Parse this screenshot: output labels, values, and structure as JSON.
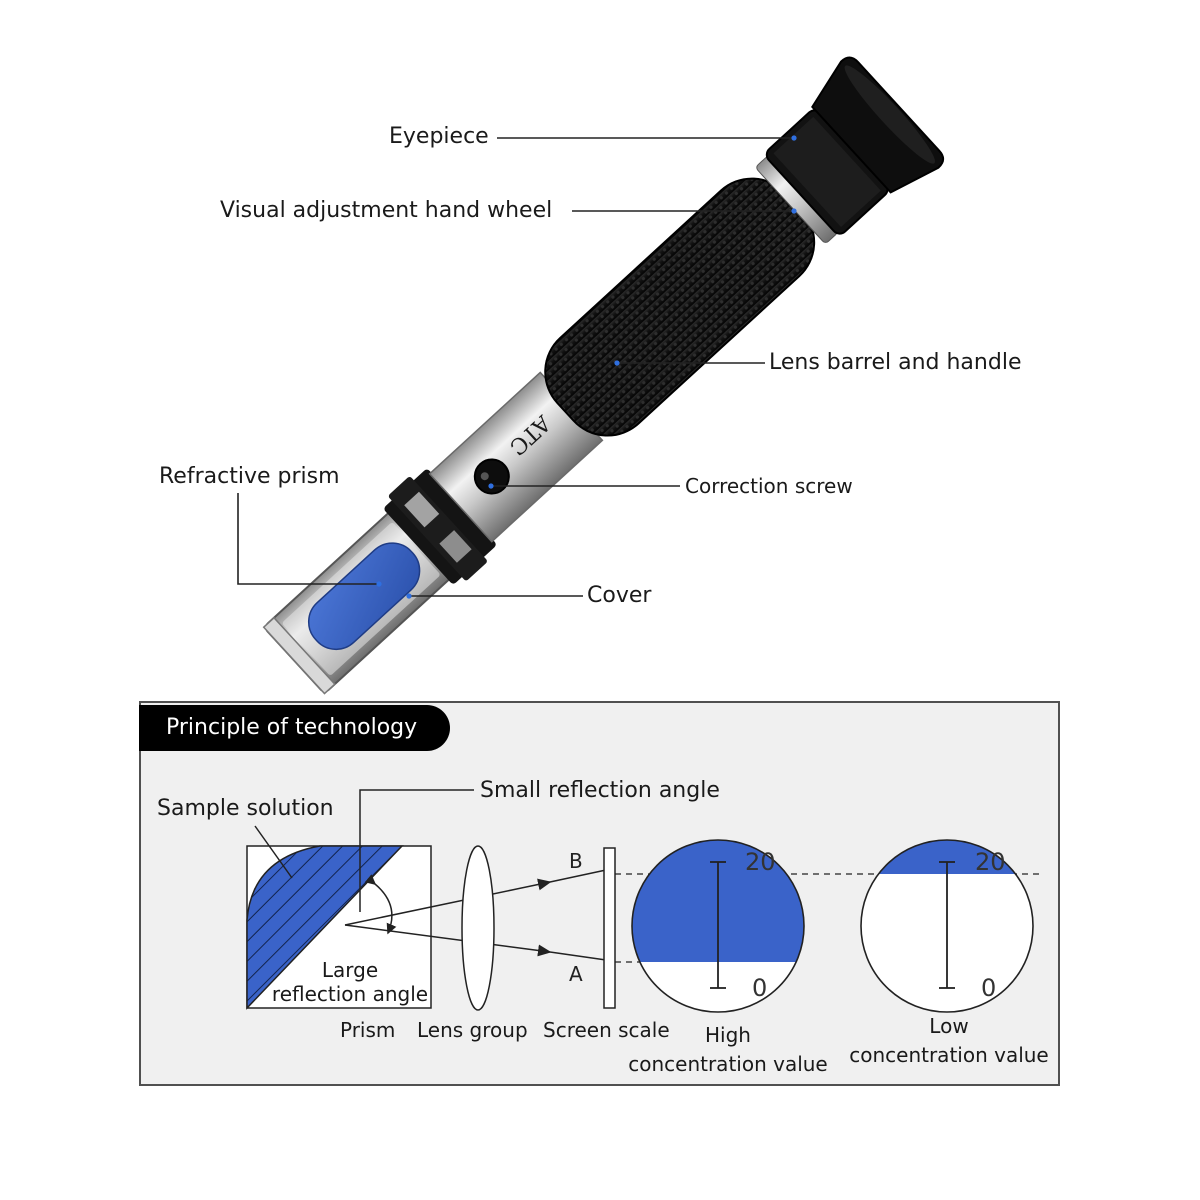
{
  "callouts": {
    "eyepiece": "Eyepiece",
    "hand_wheel": "Visual adjustment hand wheel",
    "barrel": "Lens barrel and handle",
    "prism": "Refractive prism",
    "screw": "Correction screw",
    "cover": "Cover"
  },
  "device": {
    "engraving": "ATC"
  },
  "principle": {
    "title": "Principle of technology",
    "sample_solution": "Sample solution",
    "small_angle": "Small reflection angle",
    "large_angle_line1": "Large",
    "large_angle_line2": "reflection angle",
    "point_b": "B",
    "point_a": "A",
    "caption_prism": "Prism",
    "caption_lens": "Lens group",
    "caption_screen": "Screen scale",
    "high_line1": "High",
    "high_line2": "concentration value",
    "low_line1": "Low",
    "low_line2": "concentration value",
    "scale_top": "20",
    "scale_bottom": "0"
  },
  "colors": {
    "accent_blue": "#3a63c9",
    "rubber": "#161616",
    "chrome": "#c8c8c8",
    "marker_dot": "#2f6fe0"
  }
}
